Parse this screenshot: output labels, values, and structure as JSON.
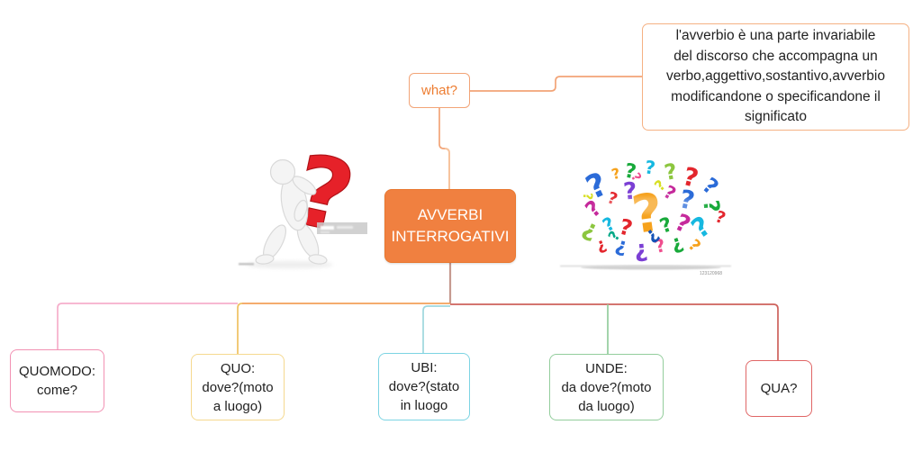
{
  "diagram": {
    "root": {
      "lines": [
        "AVVERBI",
        "INTERROGATIVI"
      ],
      "fill": "#F08040",
      "border": "#E8772F",
      "text_color": "#FFFFFF"
    },
    "what": {
      "label": "what?",
      "border_color": "#F2A477",
      "text_color": "#ED7D31"
    },
    "definition": {
      "lines": [
        "l'avverbio  è una parte invariabile",
        "del discorso che accompagna un",
        "verbo,aggettivo,sostantivo,avverbio",
        "modificandone o specificandone il",
        "significato"
      ],
      "border_color": "#F5B183",
      "text_color": "#222222"
    },
    "children": [
      {
        "id": "quomodo",
        "lines": [
          "QUOMODO:",
          "come?"
        ],
        "border_color": "#F291B3",
        "connector_color": "#F6AECB"
      },
      {
        "id": "quo",
        "lines": [
          "QUO:",
          "dove?(moto",
          "a luogo)"
        ],
        "border_color": "#F5D98F",
        "connector_color": "#EFC161"
      },
      {
        "id": "ubi",
        "lines": [
          "UBI:",
          "dove?(stato",
          "in luogo"
        ],
        "border_color": "#7DD4E3",
        "connector_color": "#9ED7DE"
      },
      {
        "id": "unde",
        "lines": [
          "UNDE:",
          "da dove?(moto",
          "da luogo)"
        ],
        "border_color": "#93CD9C",
        "connector_color": "#93CD9C"
      },
      {
        "id": "qua",
        "lines": [
          "QUA?"
        ],
        "border_color": "#E06666",
        "connector_color": "#D37570"
      }
    ],
    "connectors": {
      "hub_drop": "#C69A90",
      "what_upper": "#F2A477",
      "what_lower": "#F7C49E",
      "what_def": "#F2A477",
      "left_pink": "#F6AECB",
      "left_orange": "#F2A159",
      "left_cyan": "#9ED7DE",
      "right_red": "#CE625C"
    }
  },
  "illustrations": {
    "left_figure": {
      "glyph": "?",
      "question_color": "#E62129",
      "question_dark": "#B01217",
      "body_color": "#F4F4F4",
      "body_stroke": "#D9D9D9"
    },
    "right_cluster": {
      "glyph": "?",
      "watermark_id": "123120968",
      "palette": [
        "#2b6bd8",
        "#e3262d",
        "#18a93a",
        "#c5299b",
        "#7b3fd4",
        "#f6a21d",
        "#16b8e0",
        "#8cc63f",
        "#ef4e8e",
        "#d7df23",
        "#1553b7",
        "#00a886"
      ],
      "marks": [
        [
          663,
          207,
          36,
          -25,
          0
        ],
        [
          700,
          191,
          22,
          10,
          2
        ],
        [
          684,
          193,
          16,
          -15,
          5
        ],
        [
          722,
          186,
          20,
          8,
          6
        ],
        [
          745,
          191,
          24,
          -10,
          7
        ],
        [
          767,
          197,
          28,
          15,
          1
        ],
        [
          789,
          207,
          24,
          40,
          0
        ],
        [
          659,
          232,
          24,
          -40,
          3
        ],
        [
          680,
          221,
          18,
          20,
          1
        ],
        [
          700,
          213,
          26,
          -5,
          4
        ],
        [
          719,
          237,
          58,
          -8,
          5
        ],
        [
          744,
          214,
          20,
          30,
          3
        ],
        [
          763,
          222,
          28,
          12,
          0
        ],
        [
          790,
          229,
          24,
          85,
          2
        ],
        [
          655,
          256,
          26,
          205,
          7
        ],
        [
          676,
          249,
          20,
          -30,
          6
        ],
        [
          695,
          253,
          24,
          15,
          1
        ],
        [
          740,
          251,
          22,
          -20,
          2
        ],
        [
          758,
          249,
          26,
          25,
          3
        ],
        [
          779,
          253,
          30,
          -35,
          6
        ],
        [
          668,
          273,
          18,
          160,
          1
        ],
        [
          690,
          274,
          22,
          195,
          0
        ],
        [
          712,
          279,
          26,
          175,
          4
        ],
        [
          733,
          273,
          20,
          -15,
          8
        ],
        [
          752,
          271,
          22,
          160,
          2
        ],
        [
          771,
          273,
          18,
          45,
          5
        ],
        [
          706,
          197,
          14,
          60,
          8
        ],
        [
          733,
          206,
          16,
          -45,
          9
        ],
        [
          800,
          242,
          18,
          20,
          1
        ],
        [
          652,
          218,
          14,
          90,
          9
        ],
        [
          725,
          262,
          20,
          140,
          10
        ],
        [
          682,
          262,
          16,
          -60,
          11
        ]
      ]
    }
  }
}
